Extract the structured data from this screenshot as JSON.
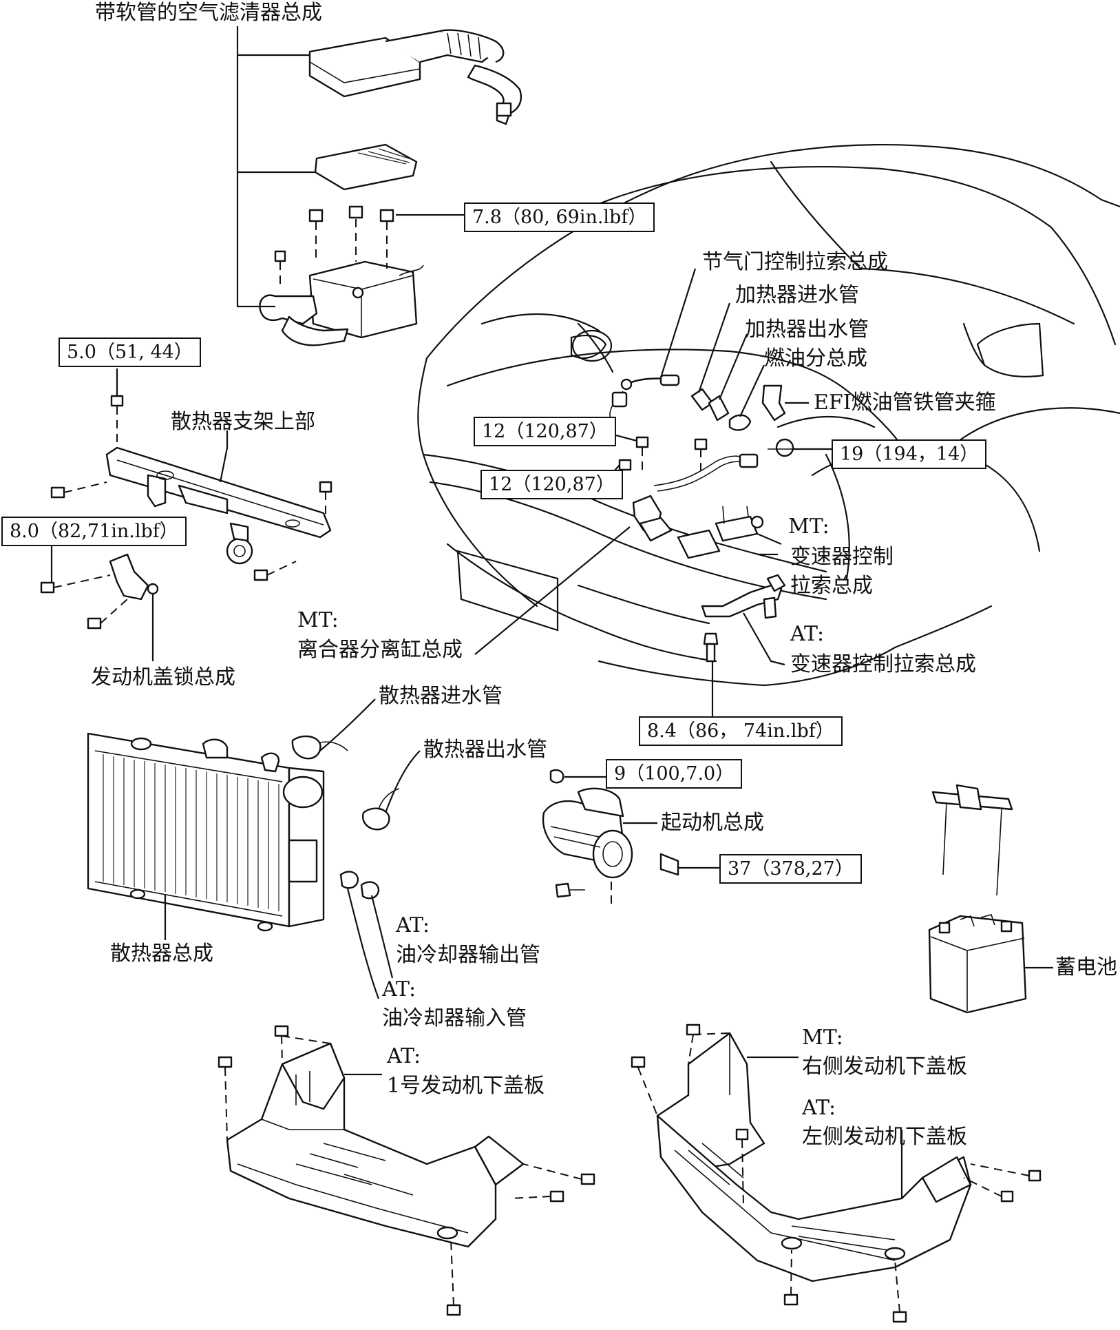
{
  "labels": {
    "air_cleaner": "带软管的空气滤清器总成",
    "throttle_cable": "节气门控制拉索总成",
    "heater_inlet": "加热器进水管",
    "heater_outlet": "加热器出水管",
    "fuel_rail": "燃油分总成",
    "efi_clamp": "EFI燃油管铁管夹箍",
    "radiator_support": "散热器支架上部",
    "mt_prefix_1": "MT:",
    "trans_cable_mt_1": "变速器控制",
    "trans_cable_mt_2": "拉索总成",
    "at_prefix_1": "AT:",
    "trans_cable_at": "变速器控制拉索总成",
    "mt_prefix_2": "MT:",
    "clutch_cylinder": "离合器分离缸总成",
    "hood_lock": "发动机盖锁总成",
    "radiator_inlet_hose": "散热器进水管",
    "radiator_outlet_hose": "散热器出水管",
    "starter": "起动机总成",
    "radiator": "散热器总成",
    "at_prefix_2": "AT:",
    "oil_cooler_out": "油冷却器输出管",
    "at_prefix_3": "AT:",
    "oil_cooler_in": "油冷却器输入管",
    "battery": "蓄电池",
    "at_prefix_4": "AT:",
    "under_cover_1": "1号发动机下盖板",
    "mt_prefix_3": "MT:",
    "under_cover_right": "右侧发动机下盖板",
    "at_prefix_5": "AT:",
    "under_cover_left": "左侧发动机下盖板"
  },
  "torque_specs": {
    "air_cleaner_bolt": "7.8（80, 69in.lbf）",
    "support_top_bolt": "5.0（51, 44）",
    "cable_bolt_upper": "12（120,87）",
    "cable_bolt_lower": "12（120,87）",
    "efi_clamp_bolt": "19（194，14）",
    "hood_lock_bolt": "8.0（82,71in.lbf）",
    "trans_cable_nut": "8.4（86，  74in.lbf）",
    "starter_nut": "9（100,7.0）",
    "starter_bolt": "37（378,27）"
  }
}
